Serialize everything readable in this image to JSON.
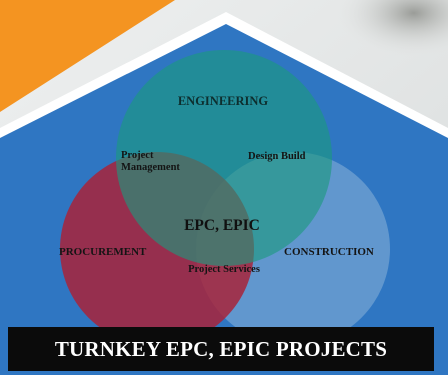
{
  "colors": {
    "house_blue": "#2f76c2",
    "roof_orange": "#f49421",
    "engineering": "#1e8f78",
    "procurement": "#a8233a",
    "construction": "#5b90c6",
    "banner_background": "#0b0b0b",
    "banner_text": "#ffffff"
  },
  "circles": {
    "engineering": "ENGINEERING",
    "procurement": "PROCUREMENT",
    "construction": "CONSTRUCTION"
  },
  "overlaps": {
    "engineering_procurement": "Project Management",
    "engineering_construction": "Design Build",
    "procurement_construction": "Project Services",
    "center": "EPC, EPIC"
  },
  "banner": {
    "title": "TURNKEY EPC, EPIC PROJECTS"
  }
}
